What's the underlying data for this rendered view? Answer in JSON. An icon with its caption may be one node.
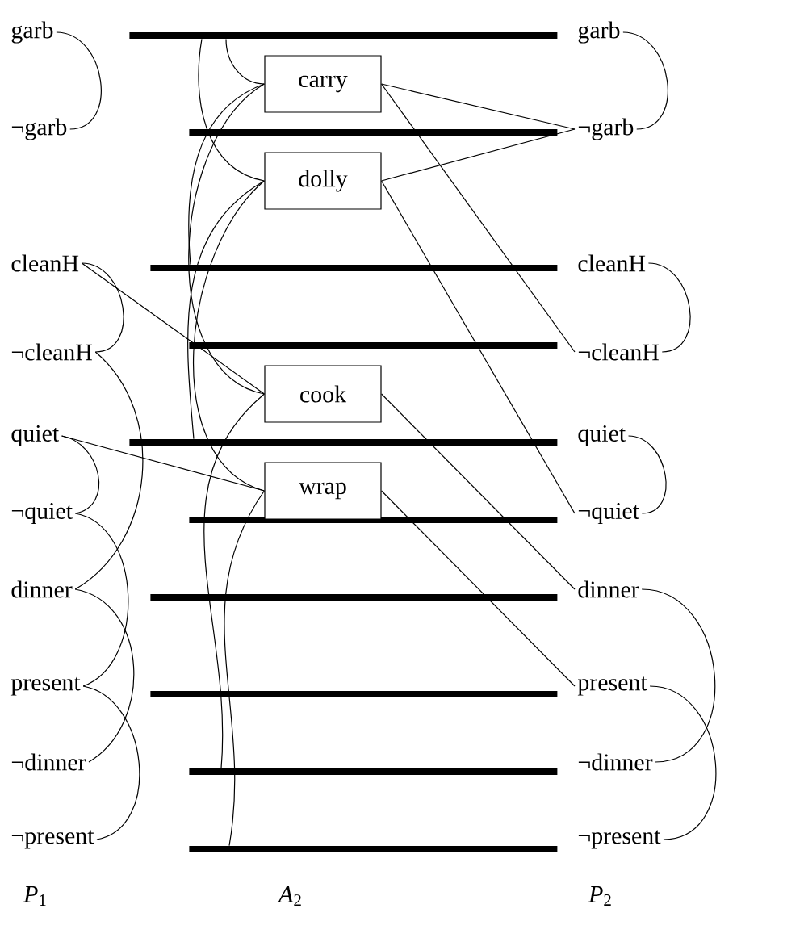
{
  "diagram": {
    "nodes": [
      {
        "text": [
          "garb"
        ]
      },
      {
        "text": [
          "¬garb"
        ]
      },
      {
        "text": [
          "cleanH"
        ]
      },
      {
        "text": [
          "¬cleanH"
        ]
      },
      {
        "text": [
          "quiet"
        ]
      },
      {
        "text": [
          "¬quiet"
        ]
      },
      {
        "text": [
          "dinner"
        ]
      },
      {
        "text": [
          "present"
        ]
      },
      {
        "text": [
          "¬dinner"
        ]
      },
      {
        "text": [
          "¬present"
        ]
      },
      {
        "text": [],
        "shape": "bar"
      },
      {
        "text": [],
        "shape": "bar"
      },
      {
        "text": [],
        "shape": "bar"
      },
      {
        "text": [],
        "shape": "bar"
      },
      {
        "text": [],
        "shape": "bar"
      },
      {
        "text": [],
        "shape": "bar"
      },
      {
        "text": [],
        "shape": "bar"
      },
      {
        "text": [],
        "shape": "bar"
      },
      {
        "text": [],
        "shape": "bar"
      },
      {
        "text": [],
        "shape": "bar"
      },
      {
        "text": [
          "carry"
        ]
      },
      {
        "text": [
          "dolly"
        ]
      },
      {
        "text": [
          "cook"
        ]
      },
      {
        "text": [
          "wrap"
        ]
      },
      {
        "text": [
          "garb"
        ]
      },
      {
        "text": [
          "¬garb"
        ]
      },
      {
        "text": [
          "cleanH"
        ]
      },
      {
        "text": [
          "¬cleanH"
        ]
      },
      {
        "text": [
          "quiet"
        ]
      },
      {
        "text": [
          "¬quiet"
        ]
      },
      {
        "text": [
          "dinner"
        ]
      },
      {
        "text": [
          "present"
        ]
      },
      {
        "text": [
          "¬dinner"
        ]
      },
      {
        "text": [
          "¬present"
        ]
      }
    ],
    "edges": [
      {
        "from": 0,
        "to": 1,
        "arrow": "none"
      },
      {
        "from": 2,
        "to": 3,
        "arrow": "none"
      },
      {
        "from": 4,
        "to": 5,
        "arrow": "none"
      },
      {
        "from": 5,
        "to": 7,
        "arrow": "none"
      },
      {
        "from": 3,
        "to": 6,
        "arrow": "none"
      },
      {
        "from": 6,
        "to": 8,
        "arrow": "none"
      },
      {
        "from": 7,
        "to": 9,
        "arrow": "none"
      },
      {
        "from": 2,
        "to": 22,
        "arrow": "none"
      },
      {
        "from": 4,
        "to": 23,
        "arrow": "none"
      },
      {
        "from": 10,
        "to": 20,
        "arrow": "none"
      },
      {
        "from": 10,
        "to": 21,
        "arrow": "none"
      },
      {
        "from": 20,
        "to": 12,
        "arrow": "none"
      },
      {
        "from": 20,
        "to": 22,
        "arrow": "none"
      },
      {
        "from": 21,
        "to": 14,
        "arrow": "none"
      },
      {
        "from": 21,
        "to": 23,
        "arrow": "none"
      },
      {
        "from": 22,
        "to": 18,
        "arrow": "none"
      },
      {
        "from": 23,
        "to": 19,
        "arrow": "none"
      },
      {
        "from": 20,
        "to": 25,
        "arrow": "none"
      },
      {
        "from": 20,
        "to": 27,
        "arrow": "none"
      },
      {
        "from": 21,
        "to": 25,
        "arrow": "none"
      },
      {
        "from": 21,
        "to": 29,
        "arrow": "none"
      },
      {
        "from": 22,
        "to": 30,
        "arrow": "none"
      },
      {
        "from": 23,
        "to": 31,
        "arrow": "none"
      },
      {
        "from": 24,
        "to": 25,
        "arrow": "none"
      },
      {
        "from": 26,
        "to": 27,
        "arrow": "none"
      },
      {
        "from": 28,
        "to": 29,
        "arrow": "none"
      },
      {
        "from": 30,
        "to": 32,
        "arrow": "none"
      },
      {
        "from": 31,
        "to": 33,
        "arrow": "none"
      }
    ],
    "labels": [
      "*P*$_{1}$",
      "*A*$_{2}$",
      "*P*$_{2}$"
    ]
  }
}
